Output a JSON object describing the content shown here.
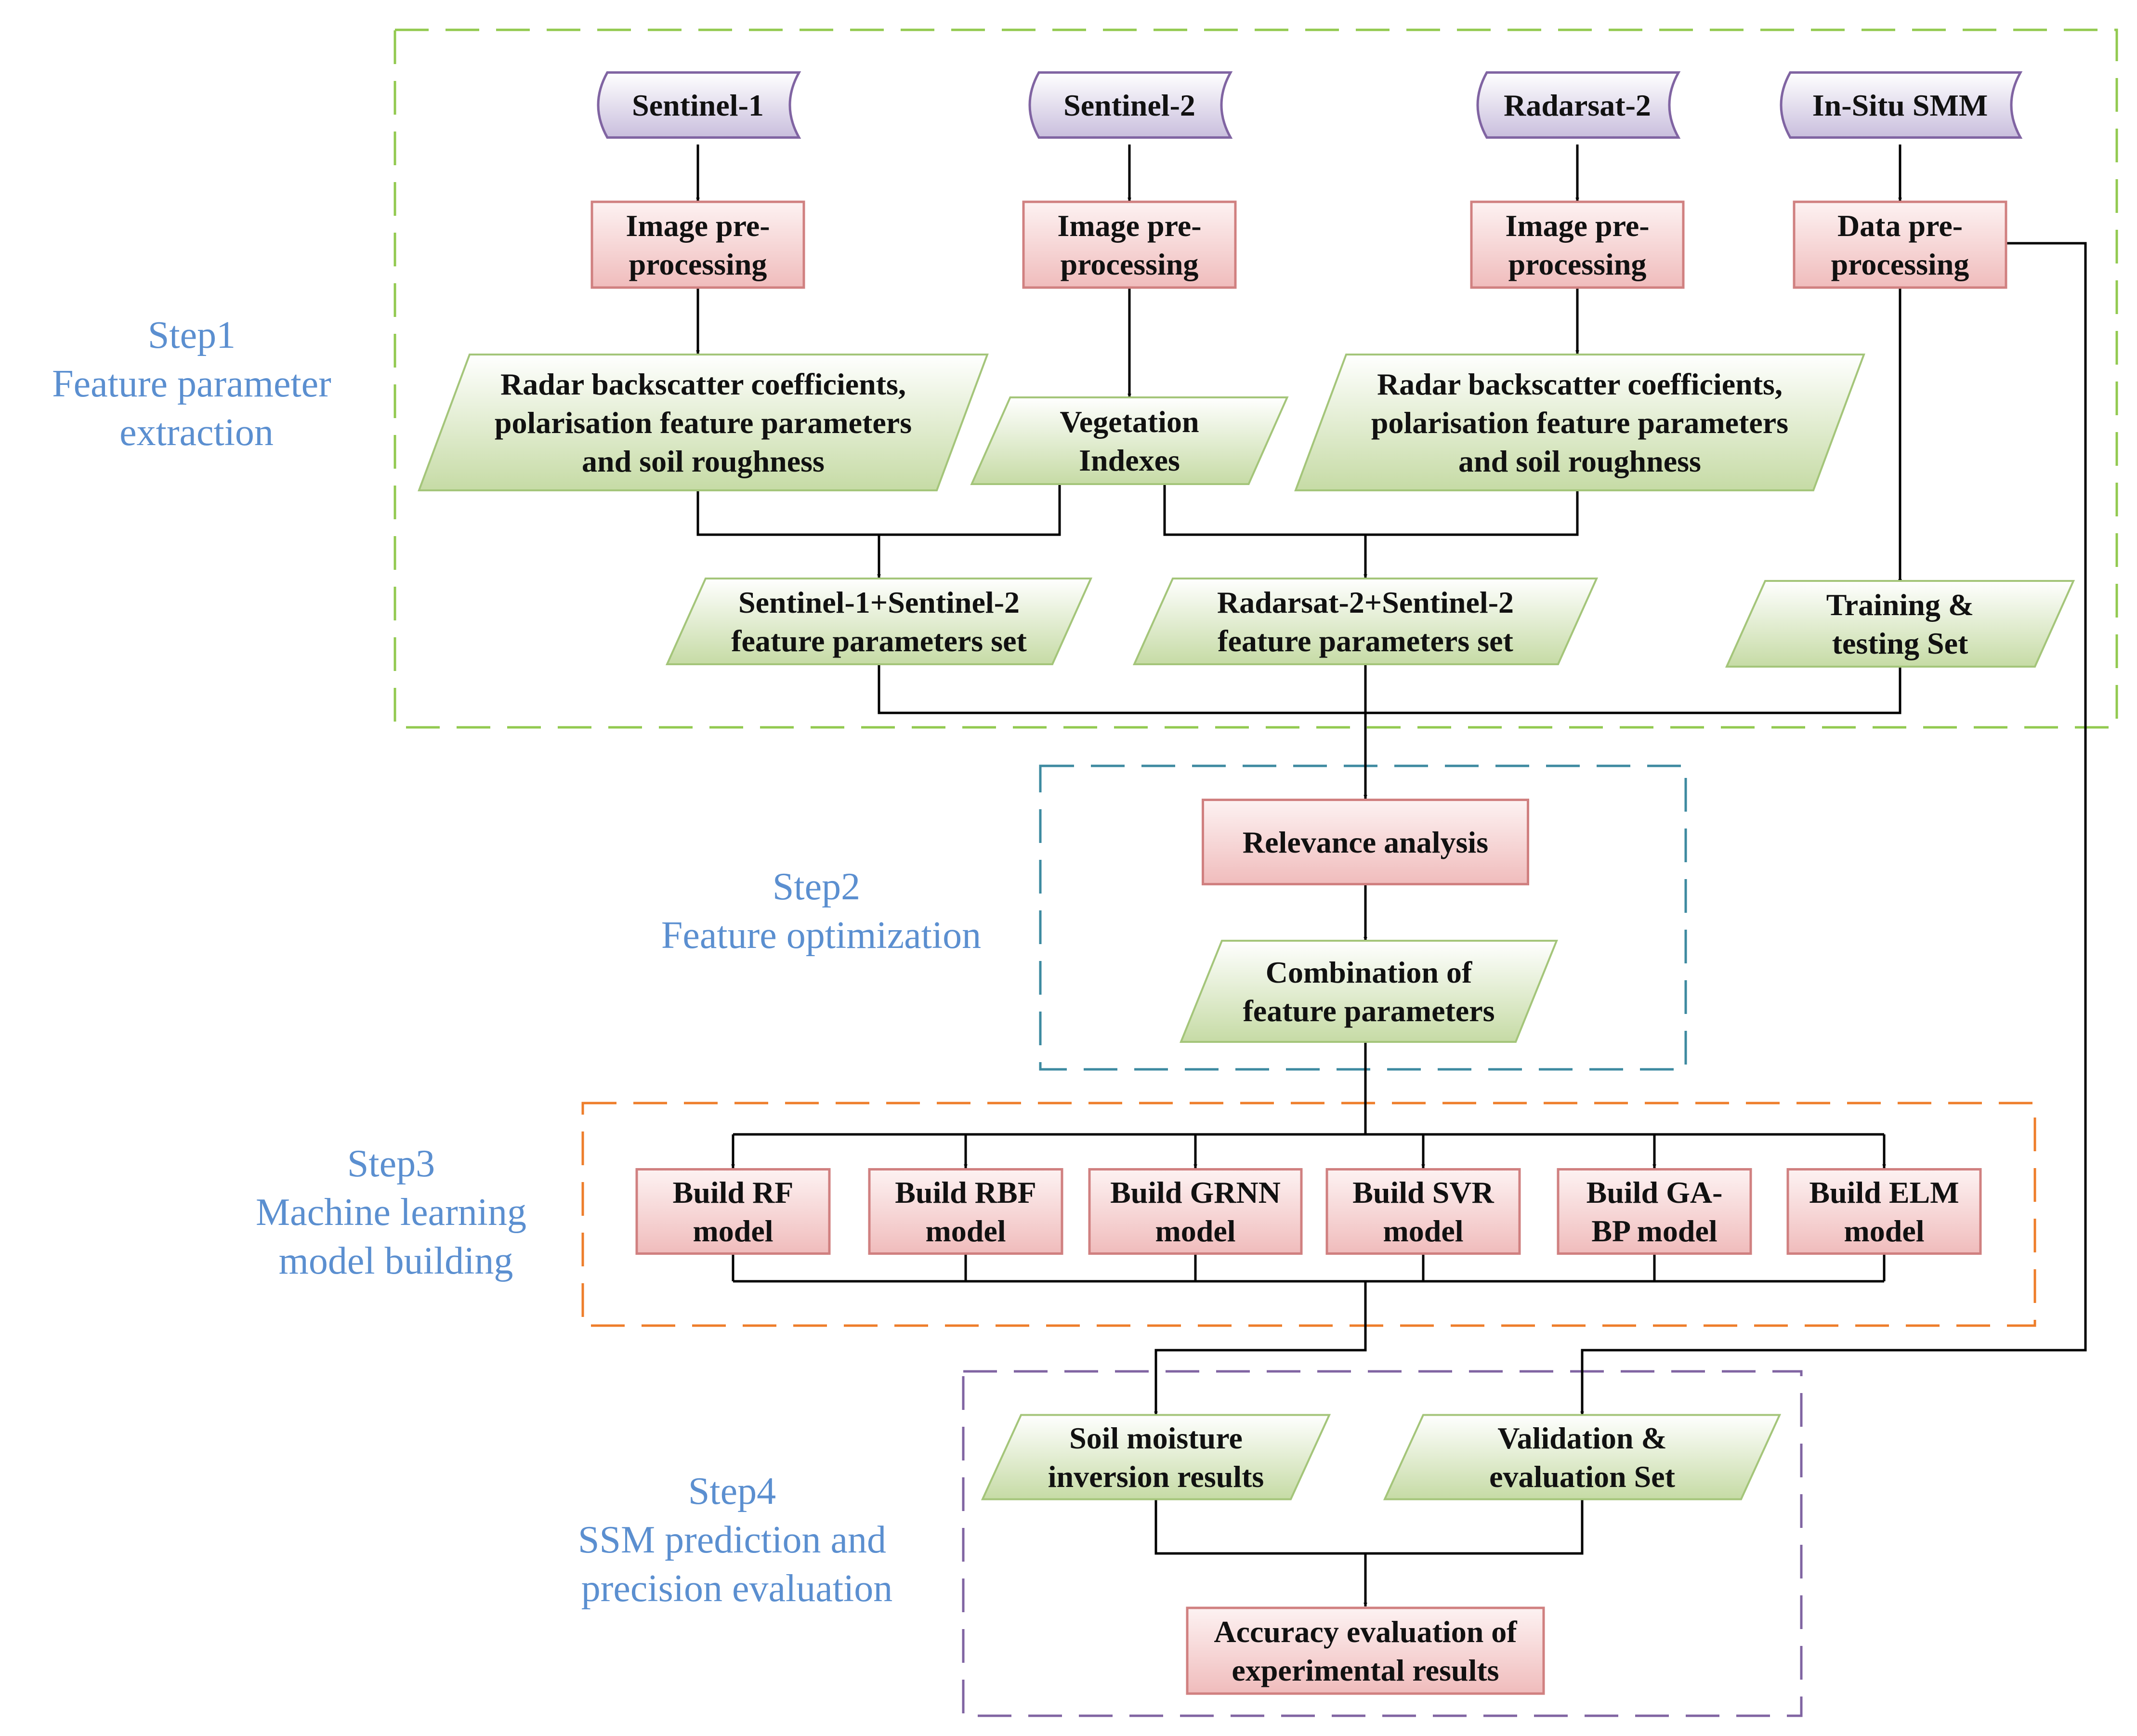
{
  "colors": {
    "step1_border": "#92c94f",
    "step2_border": "#3d8aa0",
    "step3_border": "#ee7d2a",
    "step4_border": "#8064a2",
    "step_label": "#5b8fd0",
    "source_fill": "#c9bedd",
    "source_border": "#8064a2",
    "process_fill": "#f0bcbc",
    "process_border": "#d08080",
    "data_fill": "#c6dba5",
    "data_border": "#a4c57a",
    "connector": "#000000"
  },
  "steps": {
    "step1": {
      "title": "Step1",
      "lines": [
        "Feature parameter",
        "extraction"
      ]
    },
    "step2": {
      "title": "Step2",
      "lines": [
        "Feature optimization"
      ]
    },
    "step3": {
      "title": "Step3",
      "lines": [
        "Machine learning",
        "model building"
      ]
    },
    "step4": {
      "title": "Step4",
      "lines": [
        "SSM prediction and",
        "precision evaluation"
      ]
    }
  },
  "sources": {
    "sentinel1": "Sentinel-1",
    "sentinel2": "Sentinel-2",
    "radarsat2": "Radarsat-2",
    "insitu": "In-Situ SMM"
  },
  "preprocessing": {
    "s1": [
      "Image pre-",
      "processing"
    ],
    "s2": [
      "Image pre-",
      "processing"
    ],
    "r2": [
      "Image pre-",
      "processing"
    ],
    "insitu": [
      "Data pre-",
      "processing"
    ]
  },
  "features": {
    "s1_radar": [
      "Radar backscatter coefficients,",
      "polarisation feature parameters",
      "and soil roughness"
    ],
    "s2_veg": [
      "Vegetation",
      "Indexes"
    ],
    "r2_radar": [
      "Radar backscatter coefficients,",
      "polarisation feature parameters",
      "and soil roughness"
    ]
  },
  "sets": {
    "s1s2": [
      "Sentinel-1+Sentinel-2",
      "feature parameters set"
    ],
    "r2s2": [
      "Radarsat-2+Sentinel-2",
      "feature parameters set"
    ],
    "training": [
      "Training &",
      "testing Set"
    ]
  },
  "optimization": {
    "relevance": [
      "Relevance analysis"
    ],
    "combination": [
      "Combination of",
      "feature parameters"
    ]
  },
  "models": [
    [
      "Build RF",
      "model"
    ],
    [
      "Build RBF",
      "model"
    ],
    [
      "Build GRNN",
      "model"
    ],
    [
      "Build SVR",
      "model"
    ],
    [
      "Build GA-",
      "BP model"
    ],
    [
      "Build ELM",
      "model"
    ]
  ],
  "evaluation": {
    "inversion": [
      "Soil moisture",
      "inversion results"
    ],
    "validation": [
      "Validation &",
      "evaluation Set"
    ],
    "accuracy": [
      "Accuracy evaluation of",
      "experimental results"
    ]
  }
}
